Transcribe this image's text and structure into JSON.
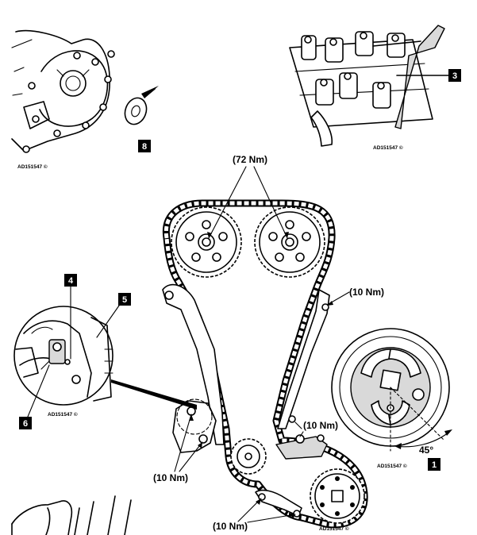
{
  "diagram": {
    "torque_top": "(72 Nm)",
    "torque_right_upper": "(10 Nm)",
    "torque_right_mid": "(10 Nm)",
    "torque_left_lower": "(10 Nm)",
    "torque_bottom": "(10 Nm)",
    "angle": "45°",
    "ref_code": "AD151547 ©",
    "callouts": [
      "1",
      "3",
      "4",
      "5",
      "6",
      "8"
    ]
  }
}
